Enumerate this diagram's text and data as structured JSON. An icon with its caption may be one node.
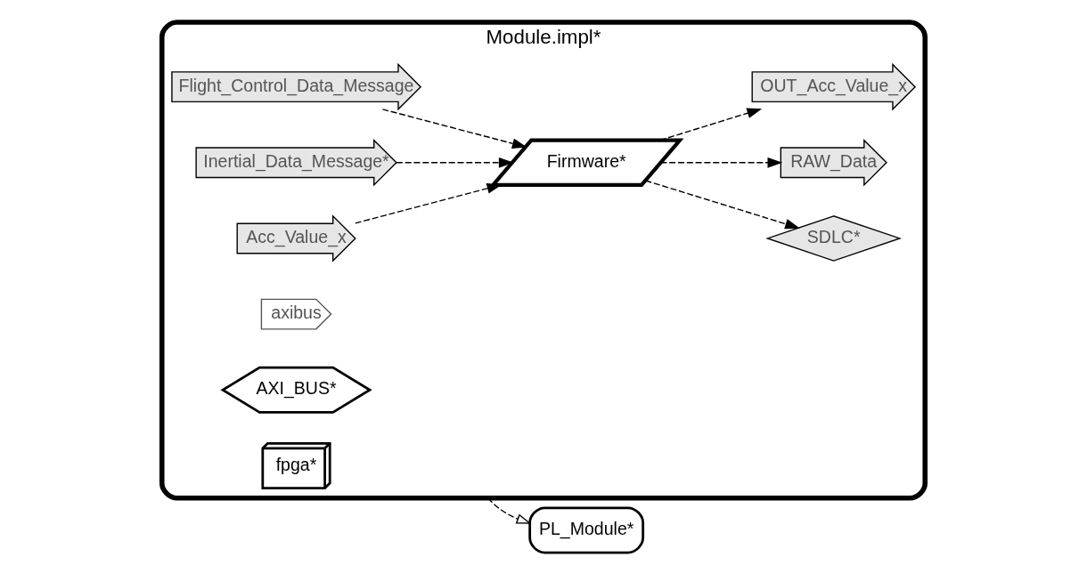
{
  "diagram": {
    "nodes": [
      {
        "text": [
          "Module.impl*"
        ]
      },
      {
        "text": [
          "Acc_Value_x"
        ],
        "in": 0
      },
      {
        "text": [
          "Flight_Control_Data_Message"
        ],
        "in": 0
      },
      {
        "text": [
          "Inertial_Data_Message*"
        ],
        "in": 0
      },
      {
        "text": [
          "Firmware*"
        ],
        "in": 0
      },
      {
        "text": [
          "SDLC*"
        ],
        "in": 0
      },
      {
        "text": [
          "RAW_Data"
        ],
        "in": 0
      },
      {
        "text": [
          "OUT_Acc_Value_x"
        ],
        "in": 0
      },
      {
        "text": [
          "axibus"
        ],
        "in": 0
      },
      {
        "text": [
          "AXI_BUS*"
        ],
        "in": 0
      },
      {
        "text": [
          "fpga*"
        ],
        "in": 0
      },
      {
        "text": [
          "PL_Module*"
        ]
      }
    ],
    "edges": [
      {
        "from": 1,
        "to": 4,
        "arrow": "to",
        "style": "dashed"
      },
      {
        "from": 2,
        "to": 4,
        "arrow": "to",
        "style": "dashed"
      },
      {
        "from": 3,
        "to": 4,
        "arrow": "to",
        "style": "dashed"
      },
      {
        "from": 4,
        "to": 5,
        "arrow": "to",
        "style": "dashed"
      },
      {
        "from": 4,
        "to": 6,
        "arrow": "to",
        "style": "dashed"
      },
      {
        "from": 4,
        "to": 7,
        "arrow": "to",
        "style": "dashed"
      },
      {
        "from": 0,
        "to": 11,
        "arrow": "to",
        "style": "dashed"
      }
    ]
  }
}
